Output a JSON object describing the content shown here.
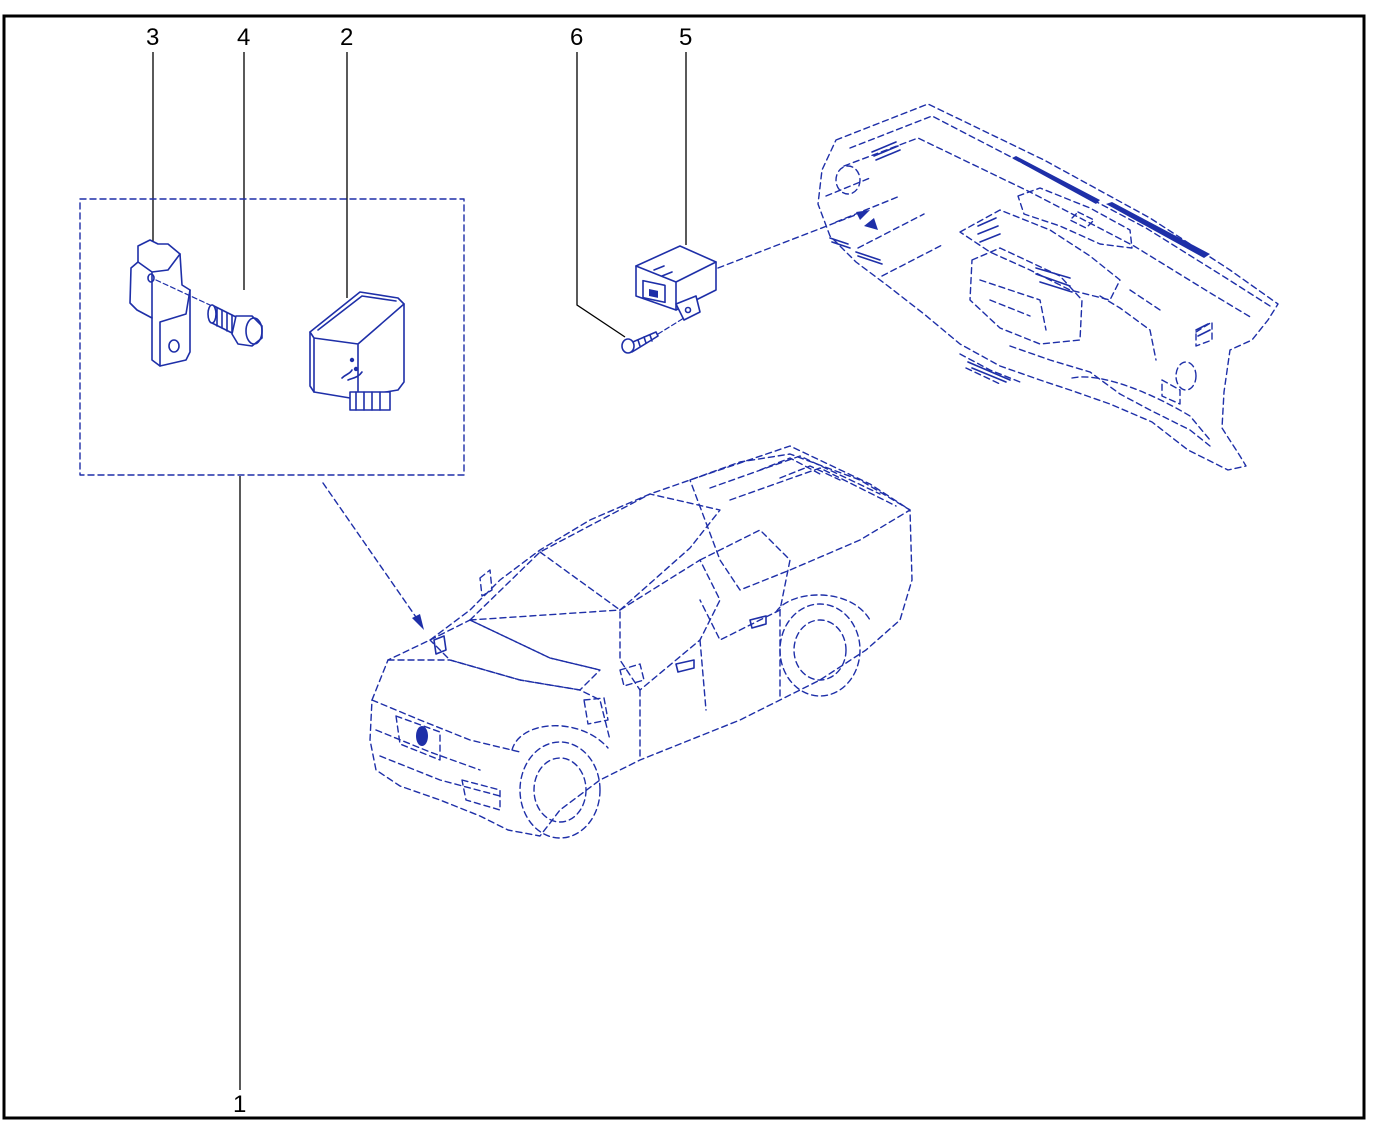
{
  "callouts": [
    {
      "id": "1",
      "label": "1"
    },
    {
      "id": "2",
      "label": "2"
    },
    {
      "id": "3",
      "label": "3"
    },
    {
      "id": "4",
      "label": "4"
    },
    {
      "id": "5",
      "label": "5"
    },
    {
      "id": "6",
      "label": "6"
    }
  ],
  "colors": {
    "line_art": "#1e2fa8",
    "border": "#000000",
    "background": "#ffffff"
  }
}
